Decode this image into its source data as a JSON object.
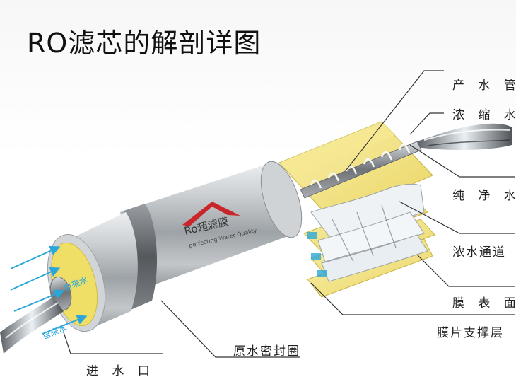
{
  "title": "RO滤芯的解剖详图",
  "brand": {
    "name": "Ro超滤膜",
    "slogan": "perfecting Water Quality"
  },
  "inlet_tags": [
    "自来水",
    "自来水"
  ],
  "labels": {
    "product_tube": "产 水 管",
    "concentrate": "浓 缩 水",
    "pure_water": "纯 净 水",
    "concentrate_channel": "浓水通道",
    "membrane_surface": "膜 表 面",
    "membrane_support": "膜片支撑层",
    "raw_water_seal": "原水密封圈",
    "water_inlet": "进 水 口"
  },
  "colors": {
    "accent": "#c8262b",
    "leader_line": "#333333",
    "flow_arrow": "#2aa7d8",
    "core_yellow": "#f2e27a",
    "metal": "#b9bdc1"
  }
}
